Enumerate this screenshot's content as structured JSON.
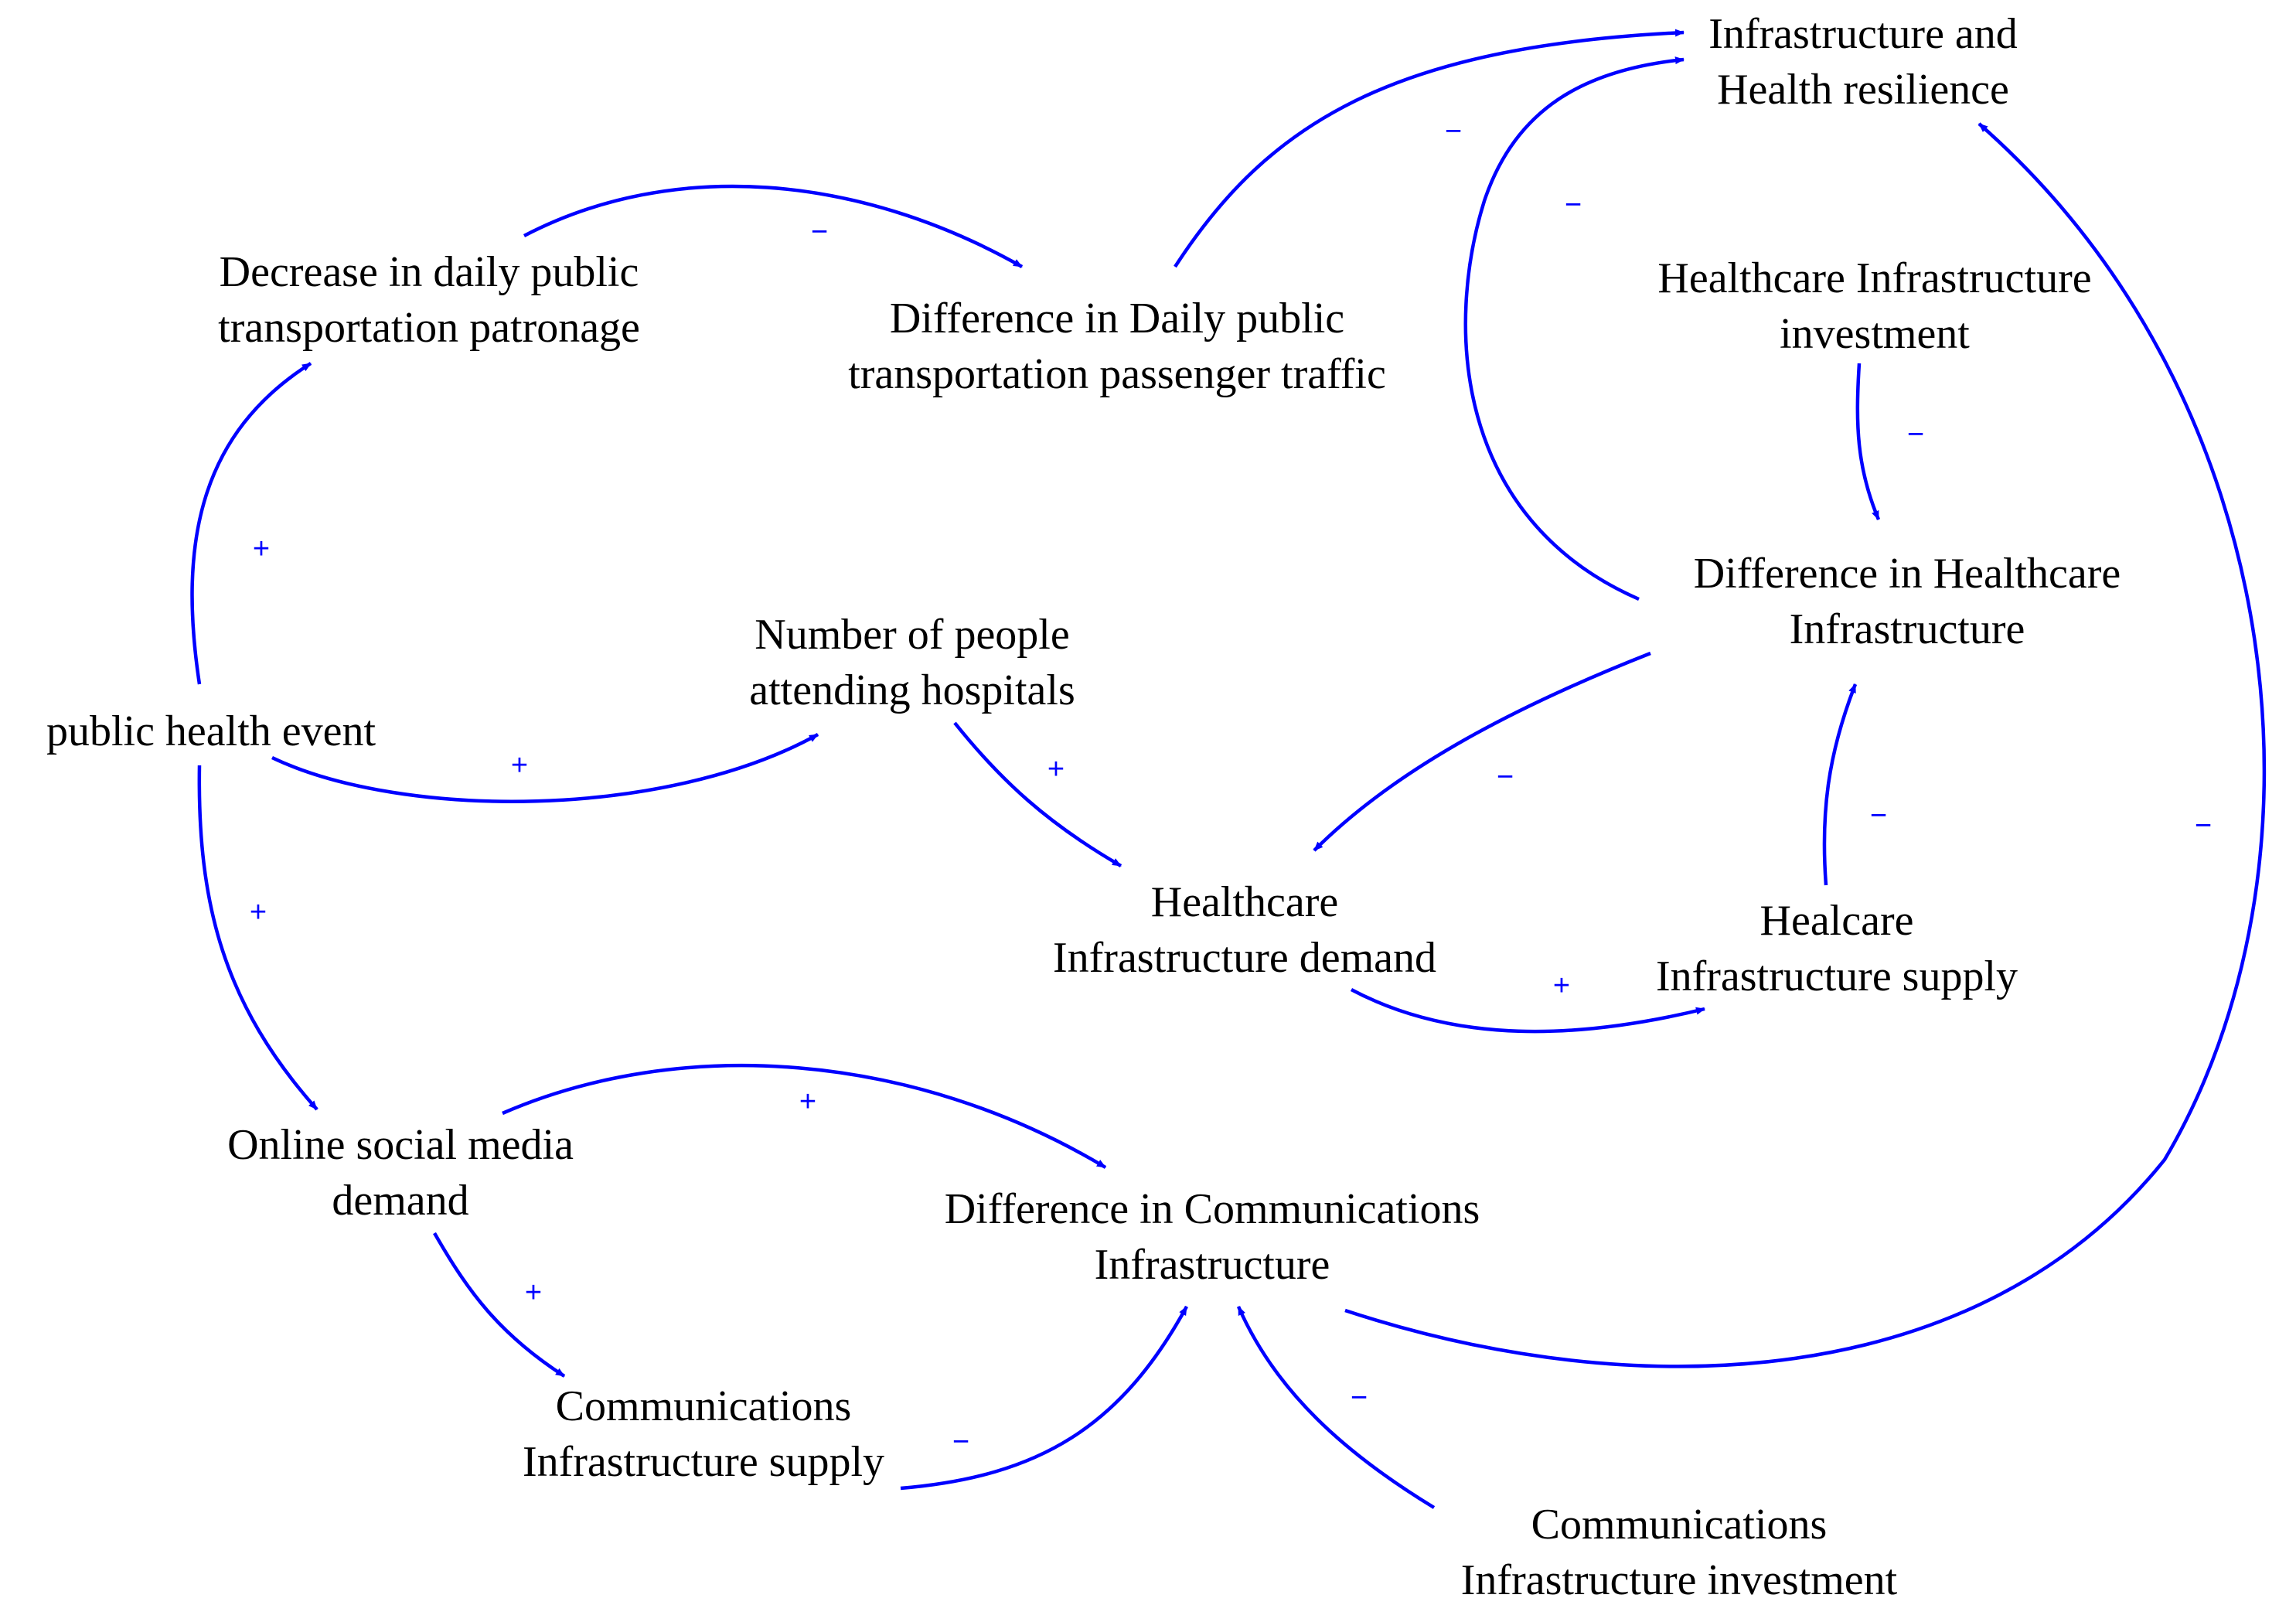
{
  "colors": {
    "arrow": "#0000ff",
    "text": "#000000",
    "background": "#ffffff"
  },
  "nodes": {
    "resilience": [
      "Infrastructure and",
      "Health resilience"
    ],
    "transport_decrease": [
      "Decrease in daily public",
      "transportation patronage"
    ],
    "transport_difference": [
      "Difference in Daily public",
      "transportation passenger traffic"
    ],
    "healthcare_investment": [
      "Healthcare Infrastructure",
      "investment"
    ],
    "healthcare_difference": [
      "Difference in Healthcare",
      "Infrastructure"
    ],
    "hospital_attendance": [
      "Number of people",
      "attending hospitals"
    ],
    "public_health_event": [
      "public health event"
    ],
    "healthcare_demand": [
      "Healthcare",
      "Infrastructure demand"
    ],
    "healthcare_supply": [
      "Healcare",
      "Infrastructure supply"
    ],
    "social_media_demand": [
      "Online social media",
      "demand"
    ],
    "comms_difference": [
      "Difference in Communications",
      "Infrastructure"
    ],
    "comms_supply": [
      "Communications",
      "Infrastructure supply"
    ],
    "comms_investment": [
      "Communications",
      "Infrastructure investment"
    ]
  },
  "links": [
    {
      "id": "event-to-transport-decrease",
      "from": "public_health_event",
      "to": "transport_decrease",
      "polarity": "+"
    },
    {
      "id": "event-to-hospital-attendance",
      "from": "public_health_event",
      "to": "hospital_attendance",
      "polarity": "+"
    },
    {
      "id": "event-to-social-media",
      "from": "public_health_event",
      "to": "social_media_demand",
      "polarity": "+"
    },
    {
      "id": "transport-decrease-to-difference",
      "from": "transport_decrease",
      "to": "transport_difference",
      "polarity": "−"
    },
    {
      "id": "transport-difference-to-resilience",
      "from": "transport_difference",
      "to": "resilience",
      "polarity": "−"
    },
    {
      "id": "healthcare-difference-to-resilience",
      "from": "healthcare_difference",
      "to": "resilience",
      "polarity": "−"
    },
    {
      "id": "investment-to-healthcare-difference",
      "from": "healthcare_investment",
      "to": "healthcare_difference",
      "polarity": "−"
    },
    {
      "id": "healthcare-difference-to-demand",
      "from": "healthcare_difference",
      "to": "healthcare_demand",
      "polarity": "−"
    },
    {
      "id": "attendance-to-demand",
      "from": "hospital_attendance",
      "to": "healthcare_demand",
      "polarity": "+"
    },
    {
      "id": "demand-to-supply",
      "from": "healthcare_demand",
      "to": "healthcare_supply",
      "polarity": "+"
    },
    {
      "id": "supply-to-healthcare-difference",
      "from": "healthcare_supply",
      "to": "healthcare_difference",
      "polarity": "−"
    },
    {
      "id": "social-media-to-comms-difference",
      "from": "social_media_demand",
      "to": "comms_difference",
      "polarity": "+"
    },
    {
      "id": "social-media-to-comms-supply",
      "from": "social_media_demand",
      "to": "comms_supply",
      "polarity": "+"
    },
    {
      "id": "comms-supply-to-difference",
      "from": "comms_supply",
      "to": "comms_difference",
      "polarity": "−"
    },
    {
      "id": "comms-investment-to-difference",
      "from": "comms_investment",
      "to": "comms_difference",
      "polarity": "−"
    },
    {
      "id": "comms-difference-to-resilience",
      "from": "comms_difference",
      "to": "resilience",
      "polarity": "−"
    }
  ]
}
